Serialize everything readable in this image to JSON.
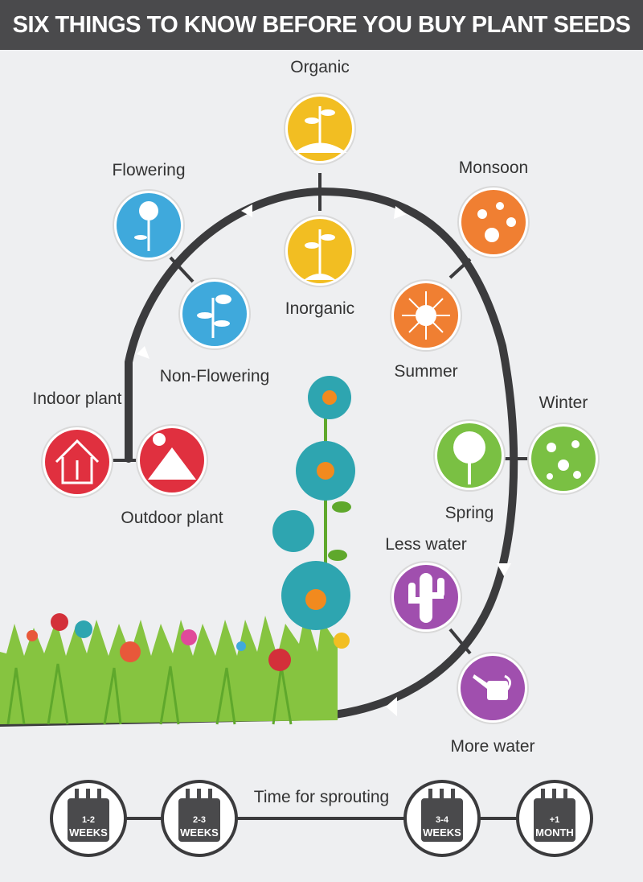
{
  "title": "SIX THINGS TO KNOW BEFORE YOU BUY PLANT SEEDS",
  "nodes": {
    "organic": {
      "label": "Organic",
      "icon": "seedling-in-soil-icon",
      "color": "#f2be22"
    },
    "inorganic": {
      "label": "Inorganic",
      "icon": "seedling-icon",
      "color": "#f2be22"
    },
    "flowering": {
      "label": "Flowering",
      "icon": "flower-icon",
      "color": "#3fa9dc"
    },
    "non_flowering": {
      "label": "Non-Flowering",
      "icon": "leafy-plant-icon",
      "color": "#3fa9dc"
    },
    "monsoon": {
      "label": "Monsoon",
      "icon": "raindrops-icon",
      "color": "#f07f32"
    },
    "summer": {
      "label": "Summer",
      "icon": "sun-icon",
      "color": "#f07f32"
    },
    "indoor": {
      "label": "Indoor plant",
      "icon": "house-plant-icon",
      "color": "#e0303f"
    },
    "outdoor": {
      "label": "Outdoor plant",
      "icon": "mountain-sun-icon",
      "color": "#e0303f"
    },
    "winter": {
      "label": "Winter",
      "icon": "snowflakes-icon",
      "color": "#7ac043"
    },
    "spring": {
      "label": "Spring",
      "icon": "blossom-tree-icon",
      "color": "#7ac043"
    },
    "less_water": {
      "label": "Less water",
      "icon": "cactus-icon",
      "color": "#a04fae"
    },
    "more_water": {
      "label": "More water",
      "icon": "watering-can-icon",
      "color": "#a04fae"
    }
  },
  "timeline": {
    "label": "Time for sprouting",
    "badges": [
      {
        "line1": "1-2",
        "line2": "WEEKS"
      },
      {
        "line1": "2-3",
        "line2": "WEEKS"
      },
      {
        "line1": "3-4",
        "line2": "WEEKS"
      },
      {
        "line1": "+1",
        "line2": "MONTH"
      }
    ]
  }
}
